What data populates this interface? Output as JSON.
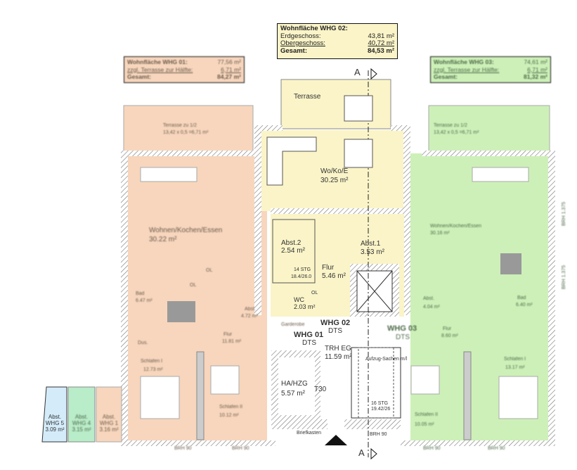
{
  "area_boxes": {
    "whg02": {
      "title": "Wohnfläche WHG 02:",
      "rows": [
        {
          "label": "Erdgeschoss:",
          "value": "43,81 m²"
        },
        {
          "label": "Obergeschoss:",
          "value": "40,72 m²"
        }
      ],
      "total_label": "Gesamt:",
      "total_value": "84,53 m²"
    },
    "whg01": {
      "title": "Wohnfläche WHG 01:",
      "title_value": "77,56 m²",
      "row_label": "zzgl. Terrasse zur Hälfte:",
      "row_value": "6,71 m²",
      "total_label": "Gesamt:",
      "total_value": "84,27 m²"
    },
    "whg03": {
      "title": "Wohnfläche WHG 03:",
      "title_value": "74,61 m²",
      "row_label": "zzgl. Terrasse zur Hälfte:",
      "row_value": "6,71 m²",
      "total_label": "Gesamt:",
      "total_value": "81,32 m²"
    }
  },
  "rooms": {
    "terrasse_center": "Terrasse",
    "wokoe_name": "Wo/Ko/E",
    "wokoe_area": "30.25 m²",
    "abst2_name": "Abst.2",
    "abst2_area": "2.54 m²",
    "abst1_name": "Abst.1",
    "abst1_area": "3.53 m²",
    "stair_upper": "14 STG",
    "stair_upper_dim": "18.4/26.0",
    "flur_name": "Flur",
    "flur_area": "5.46 m²",
    "wc_name": "WC",
    "wc_area": "2.03 m²",
    "ol": "OL",
    "whg02_label": "WHG 02",
    "whg02_door": "DTS",
    "whg01_label": "WHG 01",
    "whg01_door": "DTS",
    "whg03_label": "WHG 03",
    "whg03_door": "DTS",
    "trh_name": "TRH EG",
    "trh_area": "11.59 m²",
    "hazg_name": "HA/HZG",
    "hazg_area": "5.57 m²",
    "t30": "T30",
    "briefkasten": "Briefkasten",
    "garderobe": "Garderobe",
    "aufzug": "Aufzug-Sachen m/l",
    "stair_lower": "16 STG",
    "stair_lower_dim": "19.42/26",
    "brh90": "BRH 90",
    "brh1375": "BRH 1.375",
    "section": "A",
    "left_terrasse": "Terrasse zu 1/2",
    "left_terrasse_calc": "13,42 x 0,5 =6,71 m²",
    "left_wke_name": "Wohnen/Kochen/Essen",
    "left_wke_area": "30.22 m²",
    "left_bad_name": "Bad",
    "left_bad_area": "6.47 m²",
    "left_abst_name": "Abst.",
    "left_abst_area": "4.72 m²",
    "left_flur_name": "Flur",
    "left_flur_area": "11.81 m²",
    "left_dus_name": "Dus.",
    "left_schlafen1_name": "Schlafen I",
    "left_schlafen1_area": "12.73 m²",
    "left_schlafen2_name": "Schlafen II",
    "left_schlafen2_area": "10.12 m²",
    "right_terrasse": "Terrasse zu 1/2",
    "right_terrasse_calc": "13,42 x 0,5 =6,71 m²",
    "right_wke_name": "Wohnen/Kochen/Essen",
    "right_wke_area": "30.16 m²",
    "right_abst_name": "Abst.",
    "right_abst_area": "4.04 m²",
    "right_bad_name": "Bad",
    "right_bad_area": "6.40 m²",
    "right_flur_name": "Flur",
    "right_flur_area": "8.60 m²",
    "right_schlafen1_name": "Schlafen I",
    "right_schlafen1_area": "13.17 m²",
    "right_schlafen2_name": "Schlafen II",
    "right_schlafen2_area": "10.05 m²"
  },
  "storage": [
    {
      "line1": "Abst.",
      "line2": "WHG 5",
      "area": "3.09 m²"
    },
    {
      "line1": "Abst.",
      "line2": "WHG 4",
      "area": "3.15 m²"
    },
    {
      "line1": "Abst.",
      "line2": "WHG 1",
      "area": "3.16 m²"
    }
  ],
  "colors": {
    "whg01": "#f7d6bd",
    "whg02": "#faf4c8",
    "whg03": "#cdf0b8",
    "whg5": "#d4ecfa",
    "wall": "#888888"
  }
}
